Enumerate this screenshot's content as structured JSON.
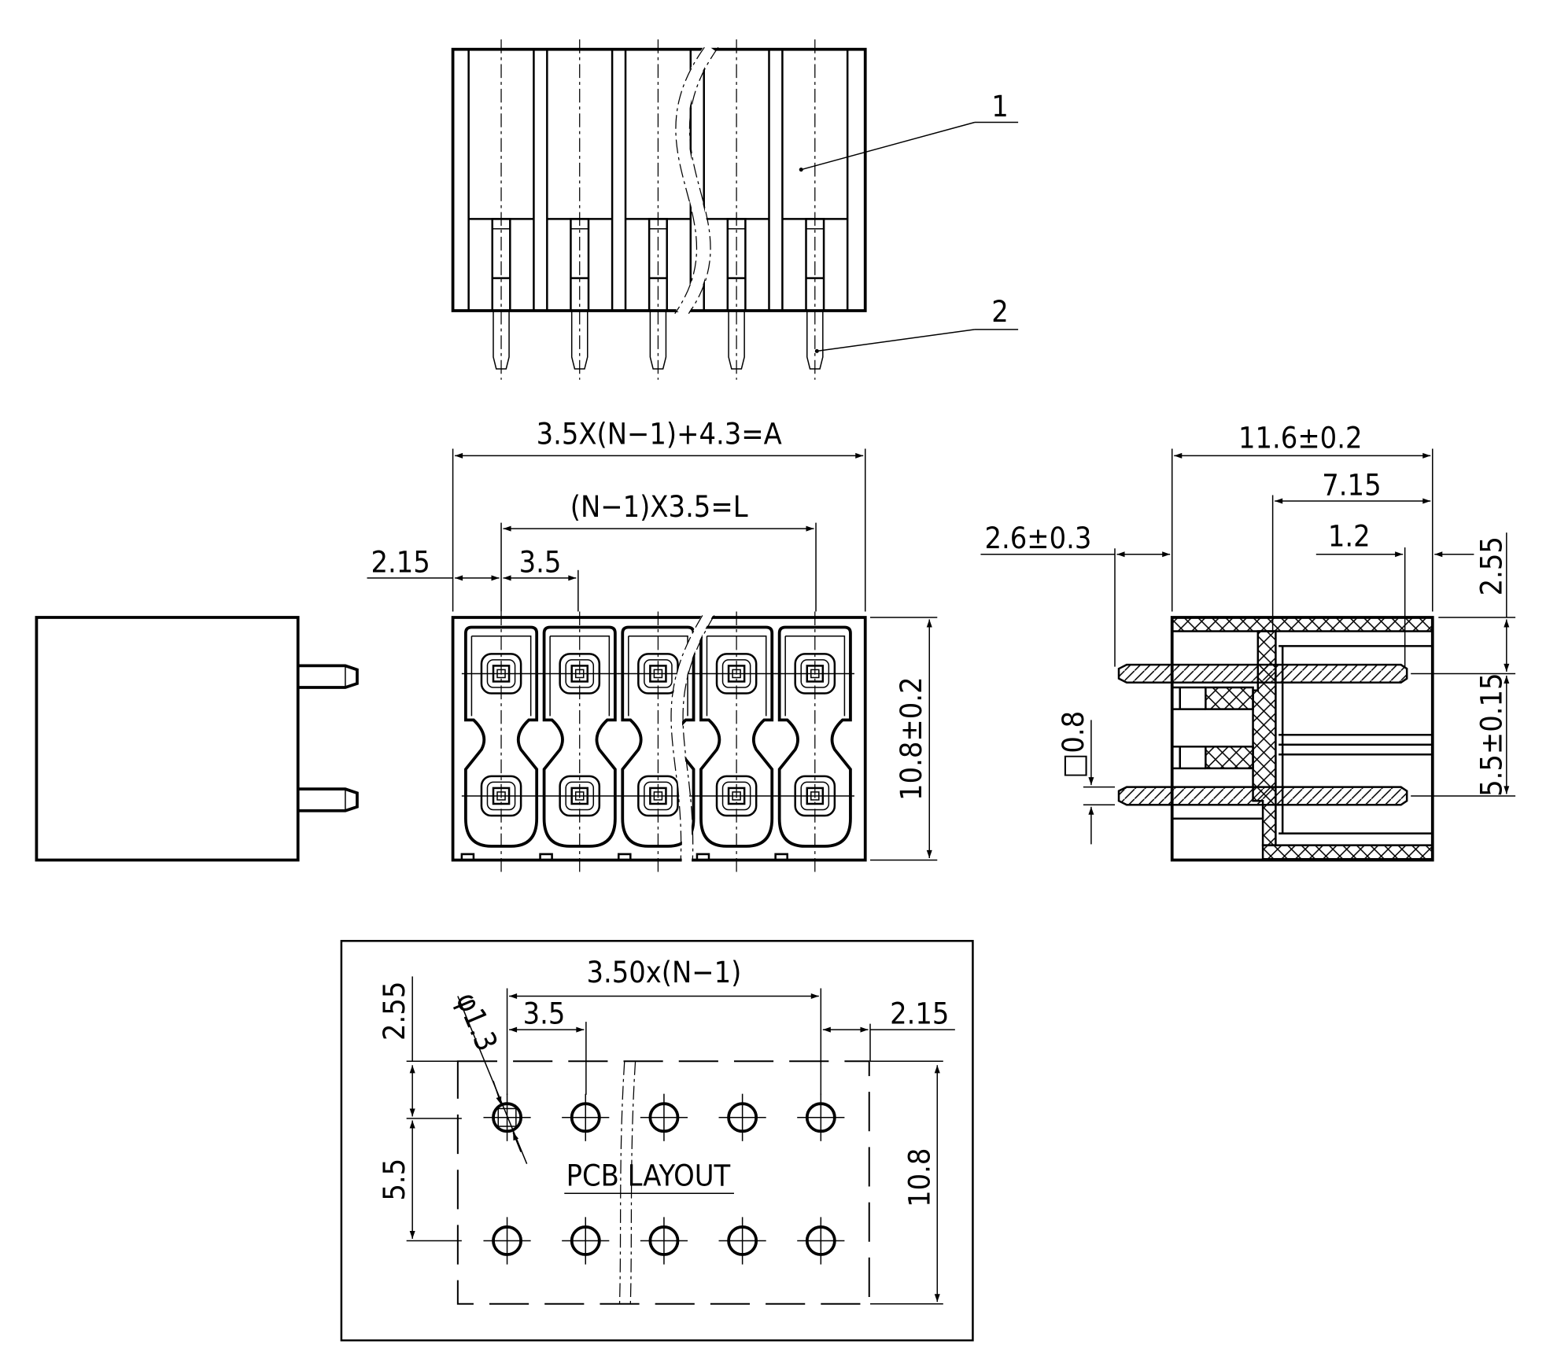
{
  "drawing": {
    "title": "Pin header connector, 3.5 mm pitch, dual row — technical drawing",
    "background": "#ffffff",
    "line_color": "#000000"
  },
  "top_view": {
    "callouts": [
      {
        "id": "1",
        "label": "1"
      },
      {
        "id": "2",
        "label": "2"
      }
    ],
    "pin_count_shown": 5
  },
  "front_view": {
    "dims": {
      "overall": "3.5X(N−1)+4.3=A",
      "pitch_span": "(N−1)X3.5=L",
      "edge_offset": "2.15",
      "pitch": "3.5",
      "height": "10.8±0.2"
    }
  },
  "section_view": {
    "dims": {
      "depth": "11.6±0.2",
      "inner": "7.15",
      "tip": "1.2",
      "pin_protrusion": "2.6±0.3",
      "top_offset": "2.55",
      "row_spacing": "5.5±0.15",
      "pin_size": "□0.8"
    }
  },
  "pcb_layout": {
    "title": "PCB LAYOUT",
    "dims": {
      "span": "3.50x(N−1)",
      "pitch": "3.5",
      "edge_offset": "2.15",
      "top_offset": "2.55",
      "row_spacing": "5.5",
      "height": "10.8",
      "hole_dia": "φ1.3"
    },
    "holes_per_row": 5,
    "rows": 2
  }
}
